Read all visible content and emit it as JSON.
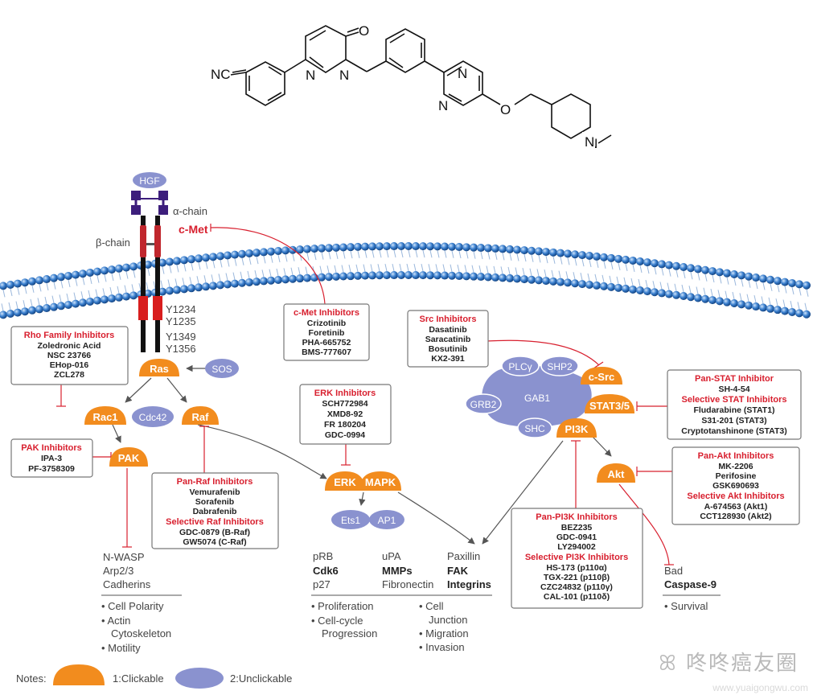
{
  "colors": {
    "orange": "#F28C1E",
    "blue": "#8A92CF",
    "red": "#D8202F",
    "membrane": "#1B60B2",
    "line": "#555555"
  },
  "molecule": {
    "cn": "NC",
    "n1": "N",
    "n2": "N",
    "o1": "O",
    "n3": "N",
    "n4": "N",
    "o2": "O",
    "n5": "N"
  },
  "receptor": {
    "hgf": "HGF",
    "alpha": "α-chain",
    "beta": "β-chain",
    "cmet": "c-Met",
    "y1234": "Y1234",
    "y1235": "Y1235",
    "y1349": "Y1349",
    "y1356": "Y1356"
  },
  "nodes": {
    "ras": "Ras",
    "sos": "SOS",
    "rac1": "Rac1",
    "cdc42": "Cdc42",
    "raf": "Raf",
    "pak": "PAK",
    "erk": "ERK",
    "mapk": "MAPK",
    "ets1": "Ets1",
    "ap1": "AP1",
    "plcy": "PLCγ",
    "shp2": "SHP2",
    "gab1": "GAB1",
    "grb2": "GRB2",
    "shc": "SHC",
    "csrc": "c-Src",
    "stat": "STAT3/5",
    "pi3k": "PI3K",
    "akt": "Akt"
  },
  "boxes": {
    "rho": {
      "title": "Rho Family Inhibitors",
      "items": [
        "Zoledronic Acid",
        "NSC 23766",
        "EHop-016",
        "ZCL278"
      ]
    },
    "cmetinh": {
      "title": "c-Met Inhibitors",
      "items": [
        "Crizotinib",
        "Foretinib",
        "PHA-665752",
        "BMS-777607"
      ]
    },
    "src": {
      "title": "Src Inhibitors",
      "items": [
        "Dasatinib",
        "Saracatinib",
        "Bosutinib",
        "KX2-391"
      ]
    },
    "erkinh": {
      "title": "ERK Inhibitors",
      "items": [
        "SCH772984",
        "XMD8-92",
        "FR 180204",
        "GDC-0994"
      ]
    },
    "pak": {
      "title": "PAK Inhibitors",
      "items": [
        "IPA-3",
        "PF-3758309"
      ]
    },
    "raf": {
      "title": "Pan-Raf Inhibitors",
      "items": [
        "Vemurafenib",
        "Sorafenib",
        "Dabrafenib"
      ],
      "title2": "Selective Raf Inhibitors",
      "items2": [
        "GDC-0879 (B-Raf)",
        "GW5074 (C-Raf)"
      ]
    },
    "stat": {
      "title": "Pan-STAT Inhibitor",
      "items": [
        "SH-4-54"
      ],
      "title2": "Selective STAT Inhibitors",
      "items2": [
        "Fludarabine (STAT1)",
        "S31-201 (STAT3)",
        "Cryptotanshinone (STAT3)"
      ]
    },
    "akt": {
      "title": "Pan-Akt Inhibitors",
      "items": [
        "MK-2206",
        "Perifosine",
        "GSK690693"
      ],
      "title2": "Selective Akt Inhibitors",
      "items2": [
        "A-674563 (Akt1)",
        "CCT128930 (Akt2)"
      ]
    },
    "pi3k": {
      "title": "Pan-PI3K Inhibitors",
      "items": [
        "BEZ235",
        "GDC-0941",
        "LY294002"
      ],
      "title2": "Selective PI3K Inhibitors",
      "items2": [
        "HS-173 (p110α)",
        "TGX-221 (p110β)",
        "CZC24832 (p110γ)",
        "CAL-101 (p110δ)"
      ]
    }
  },
  "outputs": {
    "pak_targets": [
      "N-WASP",
      "Arp2/3",
      "Cadherins"
    ],
    "pak_effects": [
      "Cell Polarity",
      "Actin",
      "Cytoskeleton",
      "Motility"
    ],
    "ets_targets": [
      "pRB",
      "Cdk6",
      "p27"
    ],
    "ets_effects": [
      "Proliferation",
      "Cell-cycle",
      "Progression"
    ],
    "ap1_targets": [
      "uPA",
      "MMPs",
      "Fibronectin"
    ],
    "fak_targets": [
      "Paxillin",
      "FAK",
      "Integrins"
    ],
    "fak_effects": [
      "Cell",
      "Junction",
      "Migration",
      "Invasion"
    ],
    "akt_targets": [
      "Bad",
      "Caspase-9"
    ],
    "akt_effects": [
      "Survival"
    ]
  },
  "notes": {
    "label": "Notes:",
    "clickable": "1:Clickable",
    "unclickable": "2:Unclickable"
  },
  "watermark": "咚咚癌友圈",
  "site": "www.yuaigongwu.com"
}
